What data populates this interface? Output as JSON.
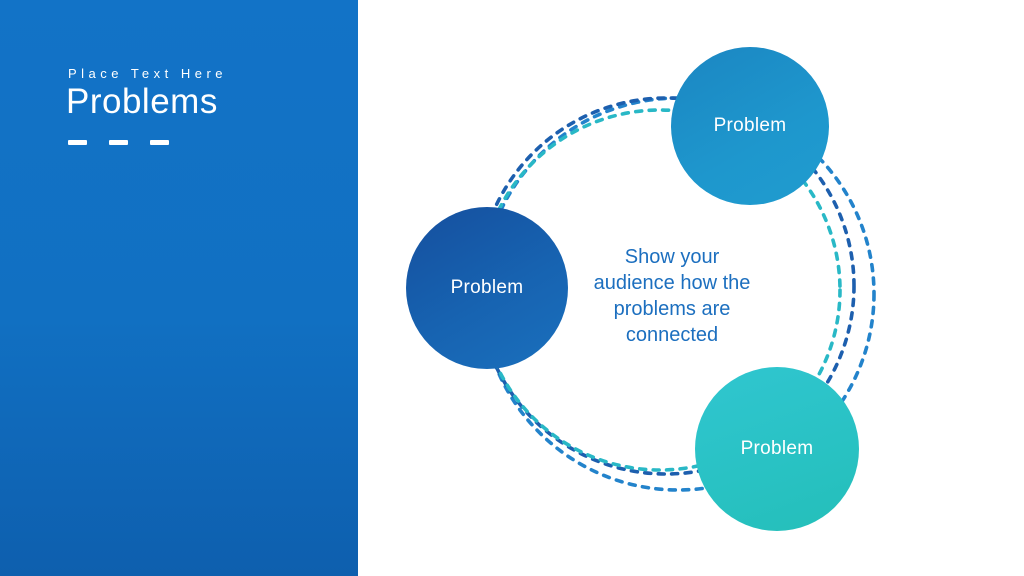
{
  "sidebar": {
    "kicker": "Place Text Here",
    "title": "Problems",
    "panel_gradient_top": "#1273c7",
    "panel_gradient_bottom": "#0e5fae",
    "accent_dash_color": "#ffffff",
    "accent_dash_count": 3
  },
  "diagram": {
    "nodes": [
      {
        "id": "top",
        "label": "Problem",
        "fill_start": "#1b86c2",
        "fill_end": "#209ccf",
        "text_color": "#ffffff"
      },
      {
        "id": "left",
        "label": "Problem",
        "fill_start": "#154f9e",
        "fill_end": "#1a70bd",
        "text_color": "#ffffff"
      },
      {
        "id": "bottom-right",
        "label": "Problem",
        "fill_start": "#30c6d0",
        "fill_end": "#24bfb9",
        "text_color": "#ffffff"
      }
    ],
    "rings": [
      {
        "id": "outer-blue",
        "color": "#2383cb"
      },
      {
        "id": "middle-navy",
        "color": "#1d5fae"
      },
      {
        "id": "inner-teal",
        "color": "#29b8c6"
      }
    ],
    "center_text": {
      "color": "#1c6fbf",
      "lines": [
        "Show your",
        "audience how the",
        "problems are",
        "connected"
      ]
    }
  }
}
